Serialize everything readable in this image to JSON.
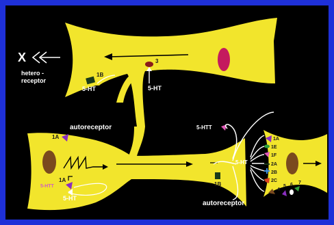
{
  "labels": {
    "x_mark": "X",
    "hetero_line1": "hetero -",
    "hetero_line2": "receptor",
    "top_receptor": "1B",
    "top_release": "5-HT",
    "top_release_center": "5-HT",
    "top_vesicle": "3",
    "autoreceptor_upper": "autoreceptor",
    "autoreceptor_lower": "autoreceptor",
    "soma_receptor": "1A",
    "axon_hillock_receptor": "1A",
    "htt_left": "5-HTT",
    "release_left": "5-HT",
    "htt_right": "5-HTT",
    "terminal_receptor": "1B",
    "synapse_5ht": "5-HT",
    "receptors": [
      "1A",
      "1E",
      "1F",
      "2A",
      "2B",
      "2C",
      "4",
      "5",
      "6",
      "7"
    ]
  },
  "colors": {
    "frame": "#1e30d8",
    "background": "#000000",
    "neuron": "#f2e52c",
    "nucleus_top": "#c41a5e",
    "nucleus_brown": "#7a4a1e",
    "receptor_purple": "#8a2ec0",
    "receptor_green": "#2e9e3a",
    "receptor_pink": "#e05ab8",
    "receptor_blue": "#3f8fe0",
    "receptor_red": "#d8421e",
    "text": "#ffffff"
  }
}
